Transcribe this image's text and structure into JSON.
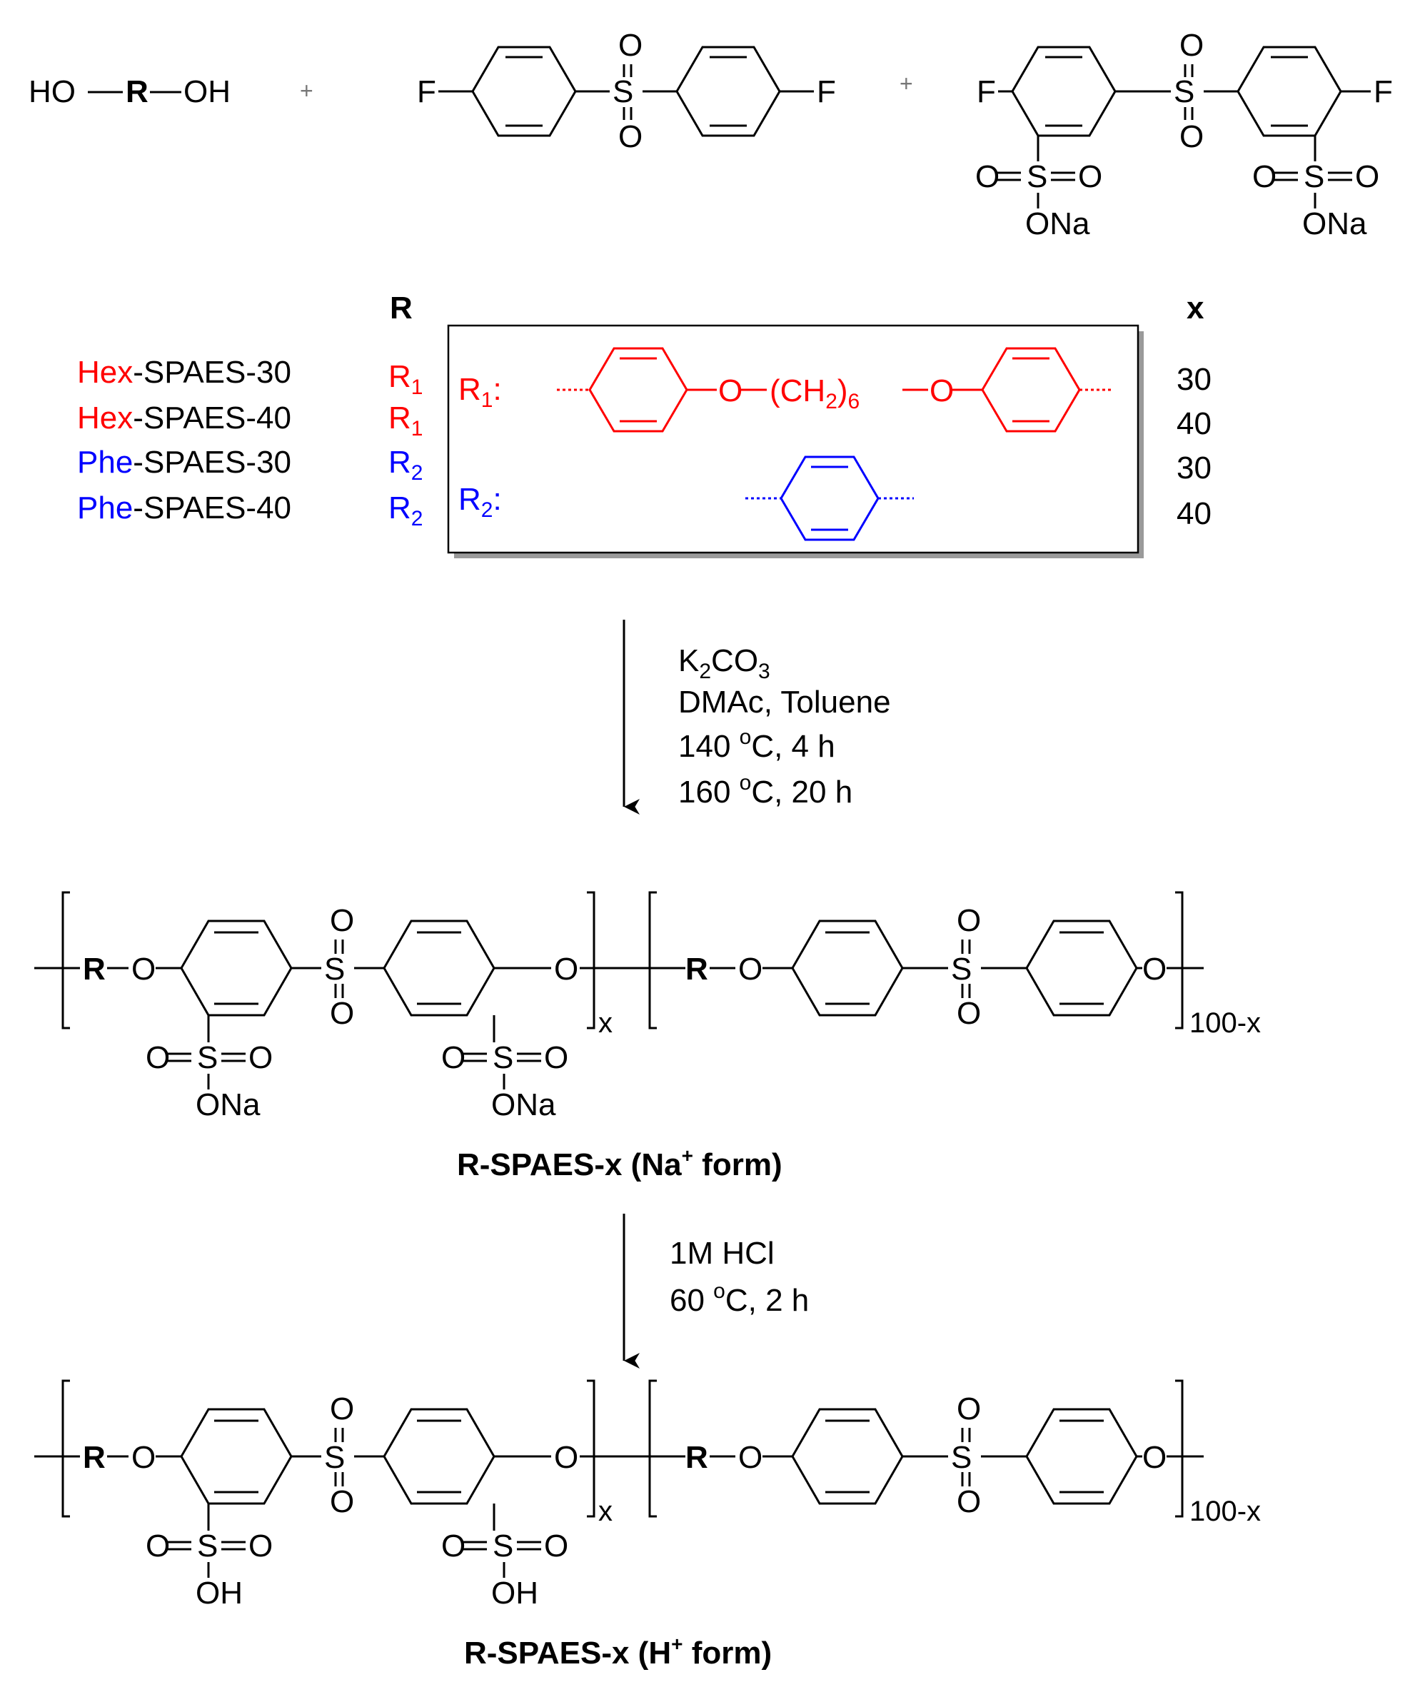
{
  "colors": {
    "black": "#000000",
    "red": "#ff0000",
    "blue": "#0000ff",
    "box_shadow": "#9a9a9a"
  },
  "atoms": {
    "HO": "HO",
    "OH": "OH",
    "R": "R",
    "F": "F",
    "S": "S",
    "O": "O",
    "ONa": "ONa",
    "plus": "+",
    "CH2": "(CH",
    "sub2": "2",
    "paren_close": ")",
    "sub6": "6"
  },
  "legend": {
    "header_R": "R",
    "header_x": "x",
    "rows": [
      {
        "prefix": "Hex",
        "suffix": "-SPAES-30",
        "r": "R",
        "r_sub": "1",
        "x": "30",
        "color": "#ff0000"
      },
      {
        "prefix": "Hex",
        "suffix": "-SPAES-40",
        "r": "R",
        "r_sub": "1",
        "x": "40",
        "color": "#ff0000"
      },
      {
        "prefix": "Phe",
        "suffix": "-SPAES-30",
        "r": "R",
        "r_sub": "2",
        "x": "30",
        "color": "#0000ff"
      },
      {
        "prefix": "Phe",
        "suffix": "-SPAES-40",
        "r": "R",
        "r_sub": "2",
        "x": "40",
        "color": "#0000ff"
      }
    ],
    "box_r1_label": "R",
    "box_r1_sub": "1",
    "box_r2_label": "R",
    "box_r2_sub": "2",
    "colon": ":"
  },
  "step1": {
    "reagent_K": "K",
    "reagent_K_sub": "2",
    "reagent_CO": "CO",
    "reagent_CO_sub": "3",
    "solvent": "DMAc, Toluene",
    "temp1_num": "140 ",
    "temp1_sup": "o",
    "temp1_rest": "C, 4 h",
    "temp2_num": "160 ",
    "temp2_sup": "o",
    "temp2_rest": "C, 20 h"
  },
  "step2": {
    "reagent": "1M HCl",
    "temp_num": "60 ",
    "temp_sup": "o",
    "temp_rest": "C, 2 h"
  },
  "polymer": {
    "sub_x": "x",
    "sub_100x": "100-x",
    "na_form_prefix": "R-SPAES-x (Na",
    "na_form_sup": "+",
    "na_form_suffix": " form)",
    "h_form_prefix": "R-SPAES-x (H",
    "h_form_sup": "+",
    "h_form_suffix": " form)"
  }
}
